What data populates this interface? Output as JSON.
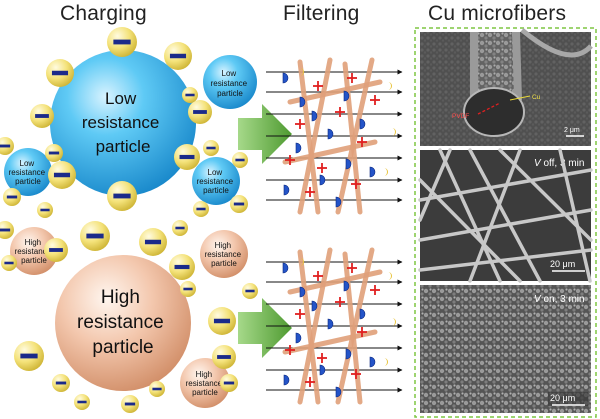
{
  "headers": {
    "charging": "Charging",
    "filtering": "Filtering",
    "microfibers": "Cu microfibers"
  },
  "low": {
    "big": [
      "Low",
      "resistance",
      "particle"
    ],
    "small": [
      "Low",
      "resistance",
      "particle"
    ]
  },
  "high": {
    "big": [
      "High",
      "resistance",
      "particle"
    ],
    "small": [
      "High",
      "resistance",
      "particle"
    ]
  },
  "sem": {
    "panel1": {
      "pvdf": "PVDF",
      "cu": "Cu",
      "scale": "2 μm"
    },
    "panel2": {
      "caption_v": "V",
      "caption_rest": " off, 3 min",
      "scale": "20 μm"
    },
    "panel3": {
      "caption_v": "V",
      "caption_rest": " on, 3 min",
      "scale": "20 μm"
    }
  },
  "colors": {
    "low_particle": "#35b4ec",
    "high_particle": "#eab79c",
    "ion": "#f2e07a",
    "ion_bar": "#1b2a8a",
    "arrow": "#5aa83a",
    "frame": "#7ec542",
    "fiber": "#e0a07a"
  }
}
